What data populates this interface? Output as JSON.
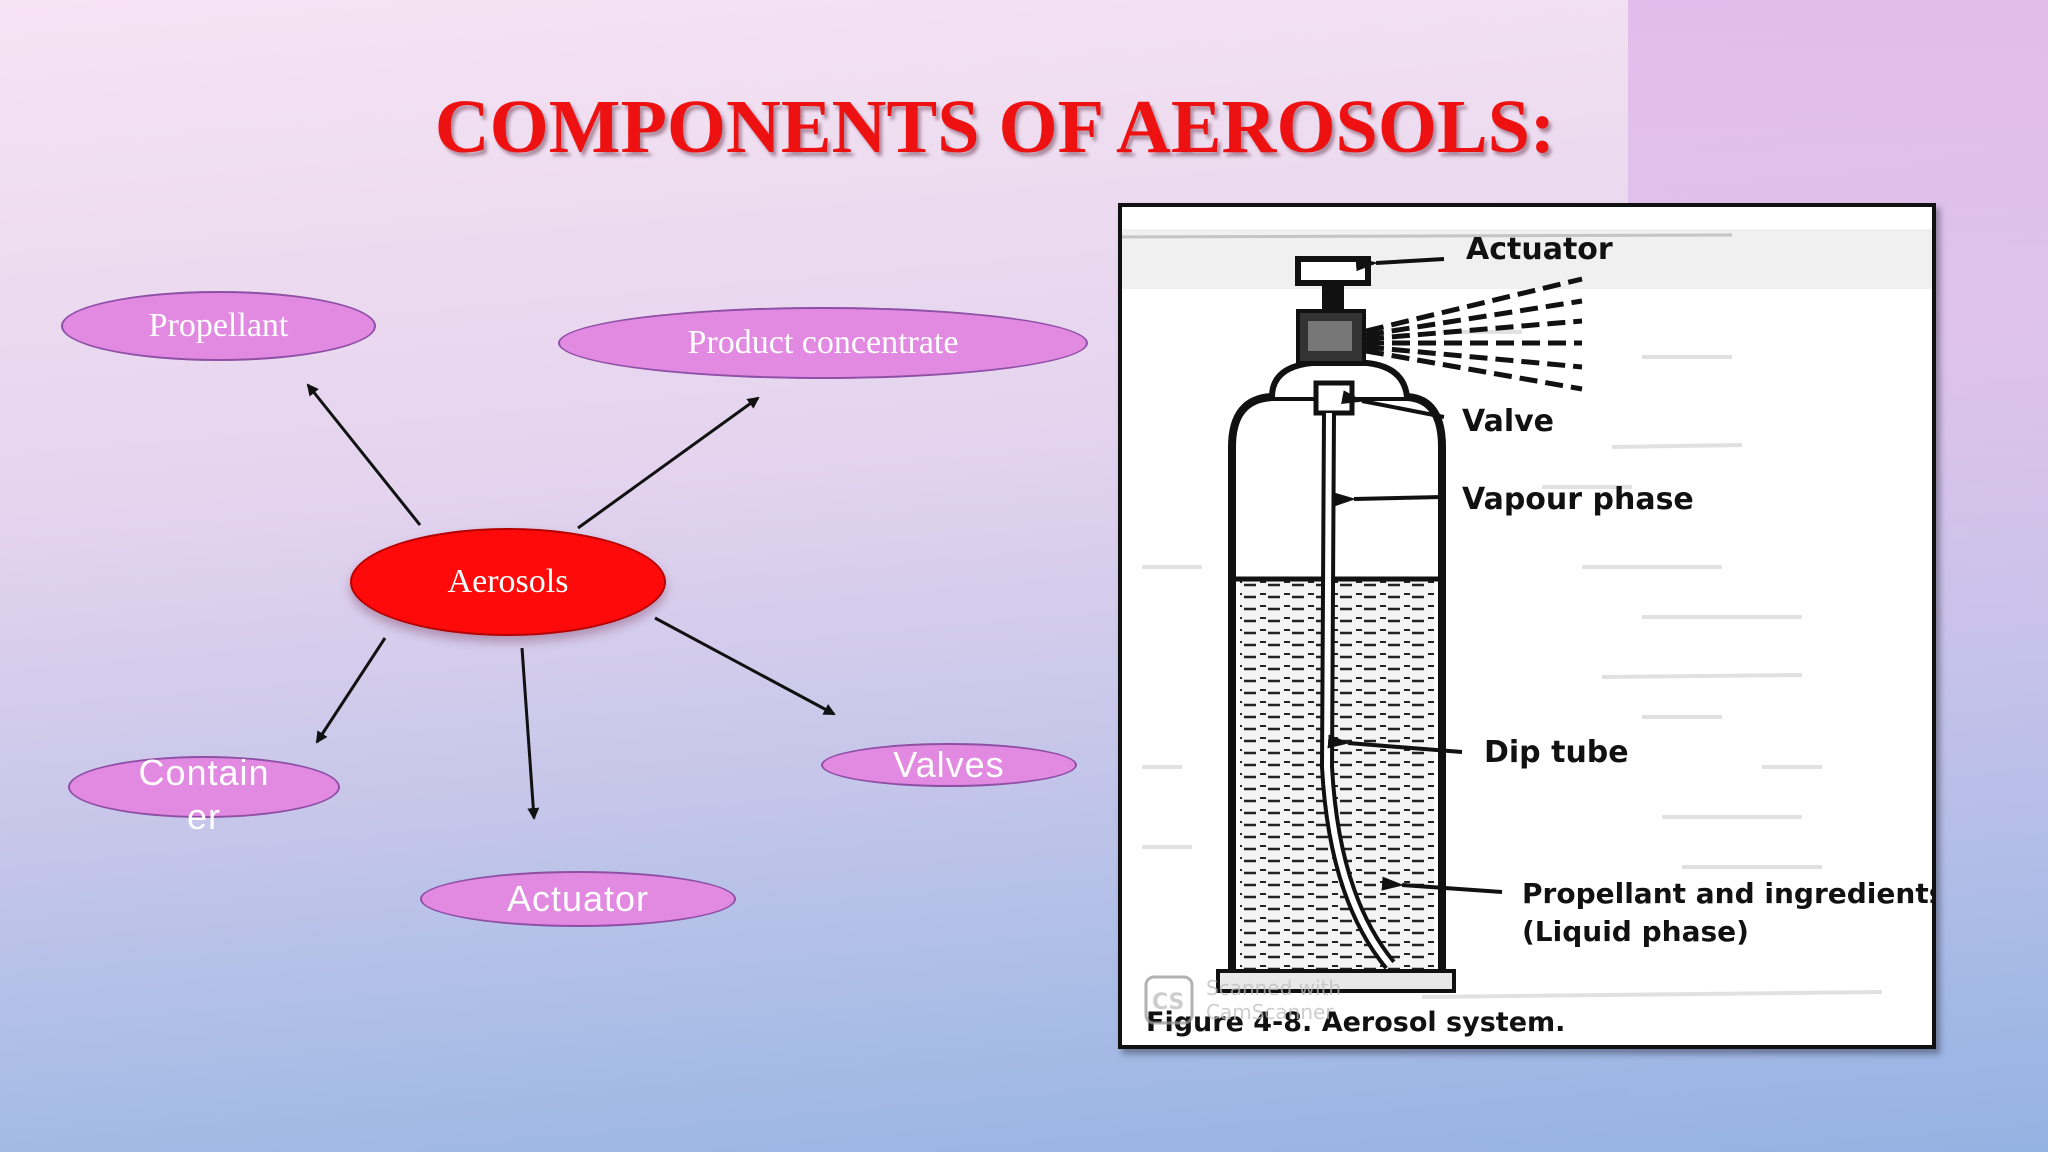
{
  "slide": {
    "title": "COMPONENTS OF AEROSOLS:",
    "colors": {
      "title": "#ee1111",
      "center_node": "#ff0a0a",
      "outer_node": "#e289e2",
      "node_border": "#8e4fa6"
    }
  },
  "diagram": {
    "center": "Aerosols",
    "components": [
      {
        "id": "propellant",
        "label": "Propellant"
      },
      {
        "id": "product-concentrate",
        "label": "Product concentrate"
      },
      {
        "id": "container",
        "label_line1": "Contain",
        "label_line2": "er"
      },
      {
        "id": "actuator",
        "label": "Actuator"
      },
      {
        "id": "valves",
        "label": "Valves"
      }
    ]
  },
  "figure": {
    "labels": {
      "actuator": "Actuator",
      "valve": "Valve",
      "vapour_phase": "Vapour phase",
      "dip_tube": "Dip tube",
      "propellant_line1": "Propellant and ingredients",
      "propellant_line2": "(Liquid phase)"
    },
    "caption": "Figure 4-8. Aerosol system.",
    "watermark": {
      "badge": "CS",
      "line1": "Scanned with",
      "line2": "CamScanner"
    }
  }
}
